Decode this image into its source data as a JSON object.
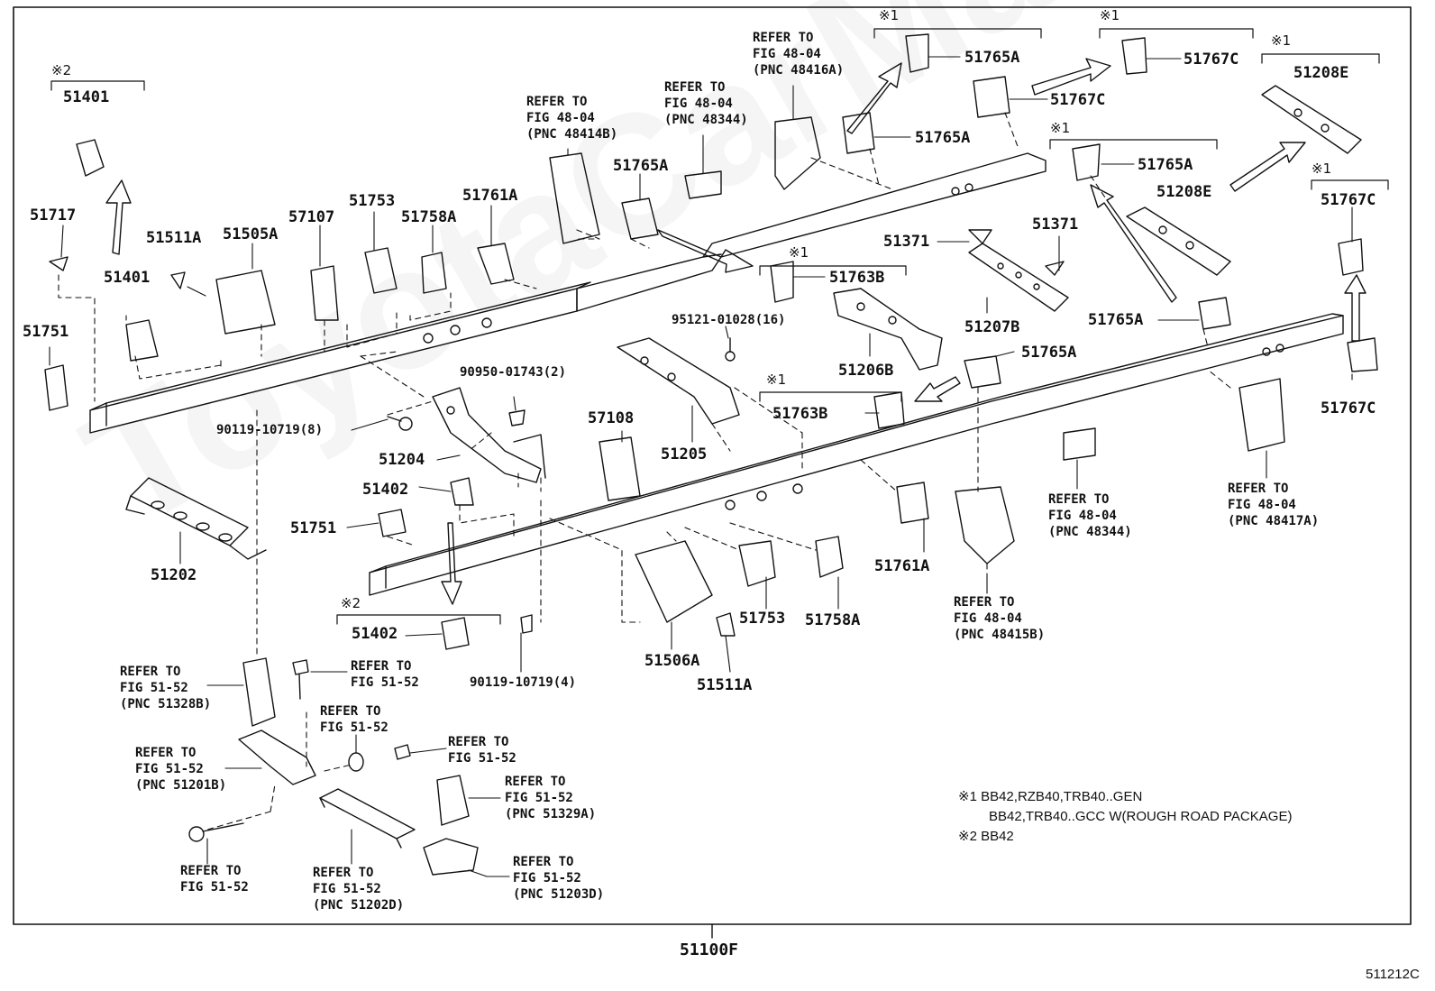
{
  "diagram": {
    "watermark": "ToyotaCarManual.ru",
    "assembly_number": "51100F",
    "figure_code": "511212C",
    "footnotes": [
      "※1 BB42,RZB40,TRB40..GEN",
      "BB42,TRB40..GCC  W(ROUGH ROAD PACKAGE)",
      "※2 BB42"
    ],
    "bracket_marks": {
      "m1": "※2",
      "m2": "※1",
      "m3": "※1",
      "m4": "※1",
      "m5": "※1",
      "m6": "※1",
      "m7": "※1",
      "m8": "※1",
      "m9": "※2"
    },
    "parts": {
      "p51401a": "51401",
      "p51401b": "51401",
      "p51717": "51717",
      "p51751a": "51751",
      "p51511a_l": "51511A",
      "p51505a": "51505A",
      "p57107": "57107",
      "p51753a": "51753",
      "p51758a_a": "51758A",
      "p51761a_a": "51761A",
      "p51765a_1": "51765A",
      "p51765a_2": "51765A",
      "p51765a_3": "51765A",
      "p51765a_4": "51765A",
      "p51765a_5": "51765A",
      "p51765a_6": "51765A",
      "p51767c_1": "51767C",
      "p51767c_2": "51767C",
      "p51767c_3": "51767C",
      "p51767c_4": "51767C",
      "p51208e_1": "51208E",
      "p51208e_2": "51208E",
      "p51371_1": "51371",
      "p51371_2": "51371",
      "p51763b_1": "51763B",
      "p51763b_2": "51763B",
      "p51207b": "51207B",
      "p51206b": "51206B",
      "p95121": "95121-01028(16)",
      "p90950": "90950-01743(2)",
      "p90119_8": "90119-10719(8)",
      "p51204": "51204",
      "p51205": "51205",
      "p57108": "57108",
      "p51402a": "51402",
      "p51402b": "51402",
      "p51751b": "51751",
      "p51202": "51202",
      "p51753b": "51753",
      "p51758a_b": "51758A",
      "p51761a_b": "51761A",
      "p51506a": "51506A",
      "p51511a_b": "51511A",
      "p90119_4": "90119-10719(4)"
    },
    "refs": {
      "r48416a": [
        "REFER TO",
        "FIG 48-04",
        "(PNC 48416A)"
      ],
      "r48344a": [
        "REFER TO",
        "FIG 48-04",
        "(PNC 48344)"
      ],
      "r48414b": [
        "REFER TO",
        "FIG 48-04",
        "(PNC 48414B)"
      ],
      "r48344b": [
        "REFER TO",
        "FIG 48-04",
        "(PNC 48344)"
      ],
      "r48417a": [
        "REFER TO",
        "FIG 48-04",
        "(PNC 48417A)"
      ],
      "r48415b": [
        "REFER TO",
        "FIG 48-04",
        "(PNC 48415B)"
      ],
      "r51328b": [
        "REFER TO",
        "FIG 51-52",
        "(PNC 51328B)"
      ],
      "r5152a": [
        "REFER TO",
        "FIG 51-52"
      ],
      "r5152b": [
        "REFER TO",
        "FIG 51-52"
      ],
      "r5152c": [
        "REFER TO",
        "FIG 51-52"
      ],
      "r51201b": [
        "REFER TO",
        "FIG 51-52",
        "(PNC 51201B)"
      ],
      "r51329a": [
        "REFER TO",
        "FIG 51-52",
        "(PNC 51329A)"
      ],
      "r5152d": [
        "REFER TO",
        "FIG 51-52"
      ],
      "r51202d": [
        "REFER TO",
        "FIG 51-52",
        "(PNC 51202D)"
      ],
      "r51203d": [
        "REFER TO",
        "FIG 51-52",
        "(PNC 51203D)"
      ]
    }
  }
}
